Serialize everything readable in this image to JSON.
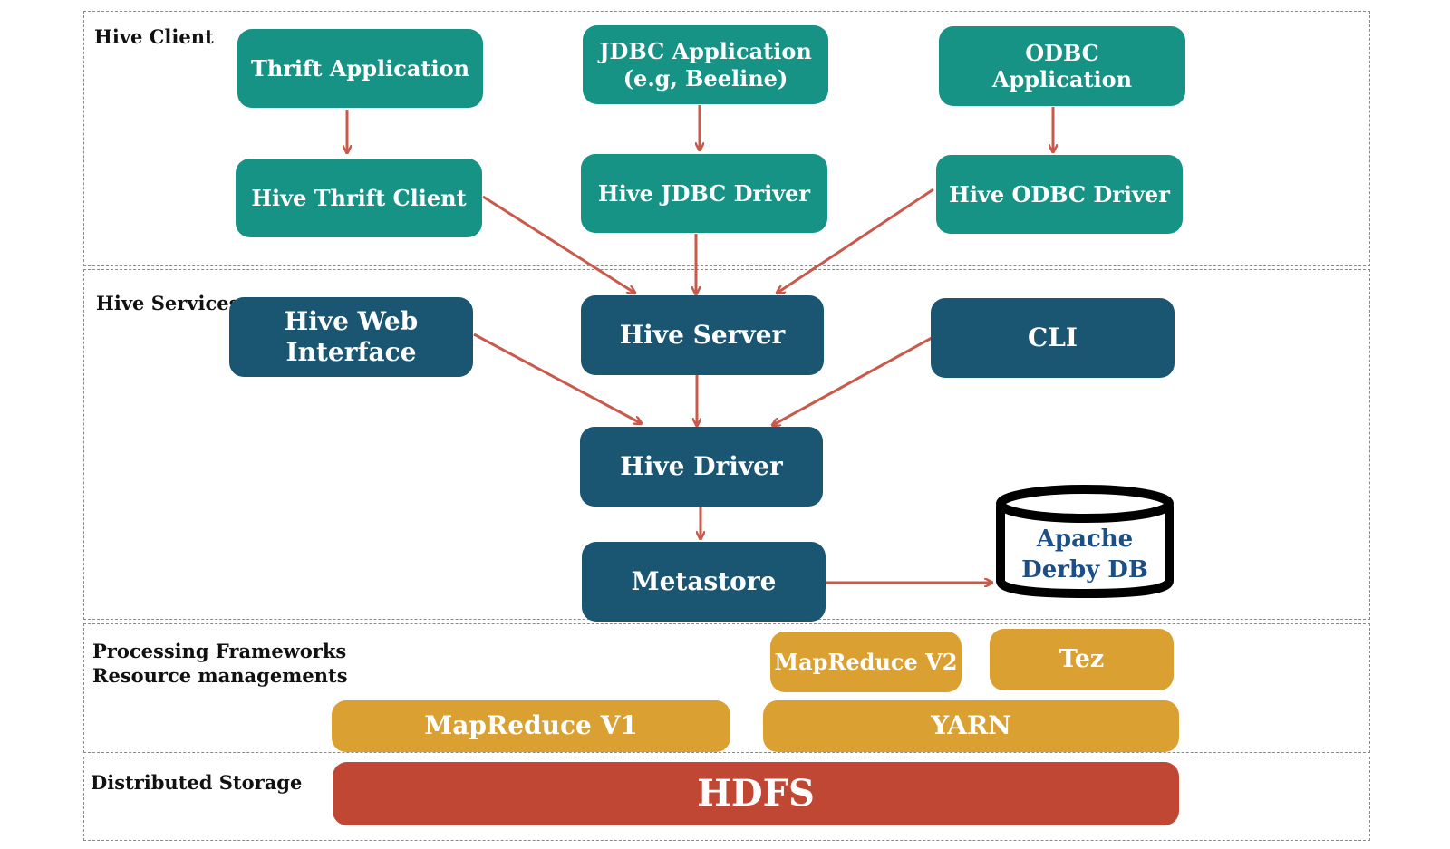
{
  "sections": {
    "client": "Hive Client",
    "services": "Hive Services",
    "processing": "Processing Frameworks\nResource managements",
    "storage": "Distributed Storage"
  },
  "client_nodes": {
    "thrift_app": "Thrift Application",
    "jdbc_app": "JDBC Application\n(e.g, Beeline)",
    "odbc_app": "ODBC\nApplication",
    "thrift_client": "Hive Thrift Client",
    "jdbc_driver": "Hive JDBC Driver",
    "odbc_driver": "Hive ODBC Driver"
  },
  "service_nodes": {
    "web_interface": "Hive Web\nInterface",
    "server": "Hive Server",
    "cli": "CLI",
    "driver": "Hive Driver",
    "metastore": "Metastore",
    "derby": "Apache\nDerby DB"
  },
  "processing_nodes": {
    "mapreduce_v2": "MapReduce V2",
    "tez": "Tez",
    "mapreduce_v1": "MapReduce V1",
    "yarn": "YARN"
  },
  "storage_nodes": {
    "hdfs": "HDFS"
  },
  "colors": {
    "client_box": "#169384",
    "service_box": "#1a5672",
    "processing_box": "#dba032",
    "storage_box": "#bf4734",
    "arrow": "#c8594b",
    "db_text": "#1d4f87"
  }
}
